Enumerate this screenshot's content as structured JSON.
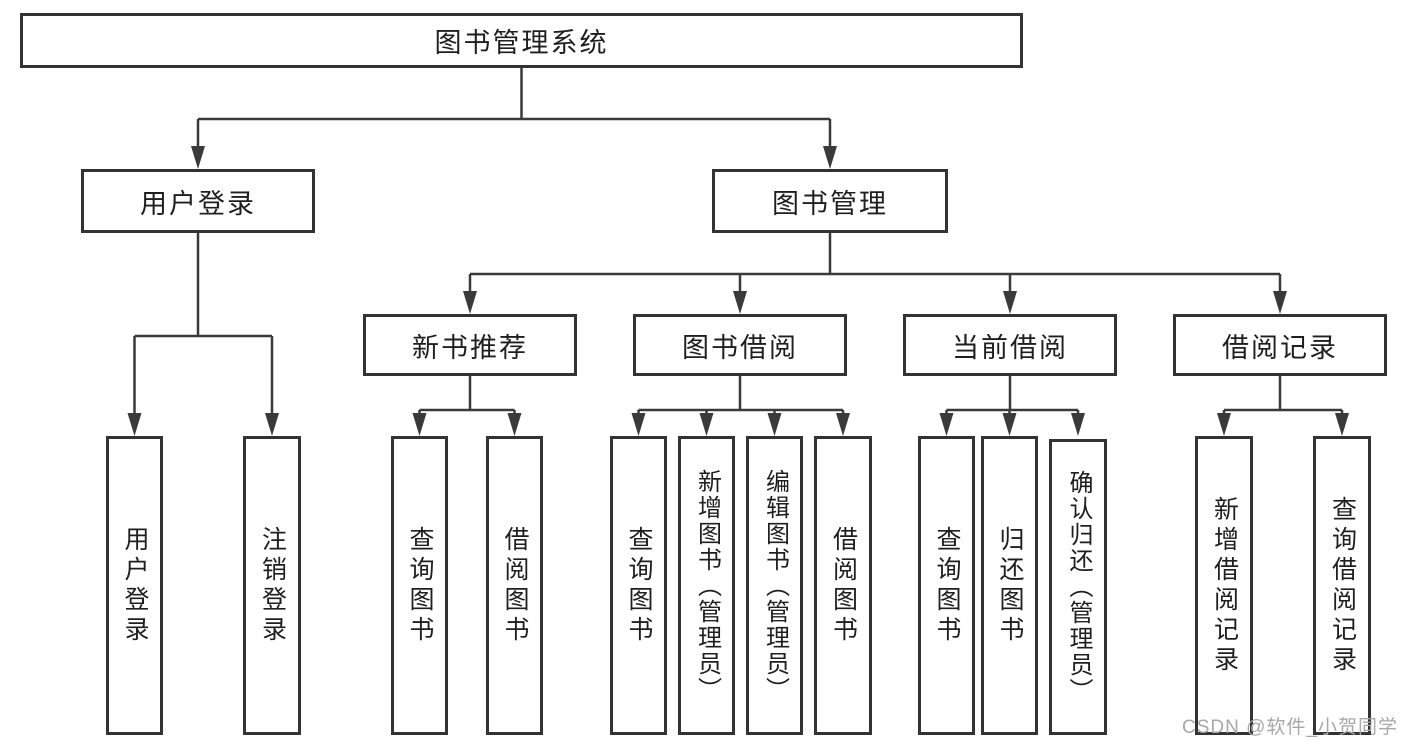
{
  "colors": {
    "background": "#ffffff",
    "box_border": "#333333",
    "connector_line": "#3a3a3a",
    "text": "#1f1f1f",
    "watermark": "#a8a8a8"
  },
  "watermark": "CSDN @软件_小贺同学",
  "tree": {
    "label": "图书管理系统",
    "children": [
      {
        "label": "用户登录",
        "children": [
          {
            "label": "用户登录"
          },
          {
            "label": "注销登录"
          }
        ]
      },
      {
        "label": "图书管理",
        "children": [
          {
            "label": "新书推荐",
            "children": [
              {
                "label": "查询图书"
              },
              {
                "label": "借阅图书"
              }
            ]
          },
          {
            "label": "图书借阅",
            "children": [
              {
                "label": "查询图书"
              },
              {
                "label": "新增图书（管理员）"
              },
              {
                "label": "编辑图书（管理员）"
              },
              {
                "label": "借阅图书"
              }
            ]
          },
          {
            "label": "当前借阅",
            "children": [
              {
                "label": "查询图书"
              },
              {
                "label": "归还图书"
              },
              {
                "label": "确认归还（管理员）"
              }
            ]
          },
          {
            "label": "借阅记录",
            "children": [
              {
                "label": "新增借阅记录"
              },
              {
                "label": "查询借阅记录"
              }
            ]
          }
        ]
      }
    ]
  }
}
